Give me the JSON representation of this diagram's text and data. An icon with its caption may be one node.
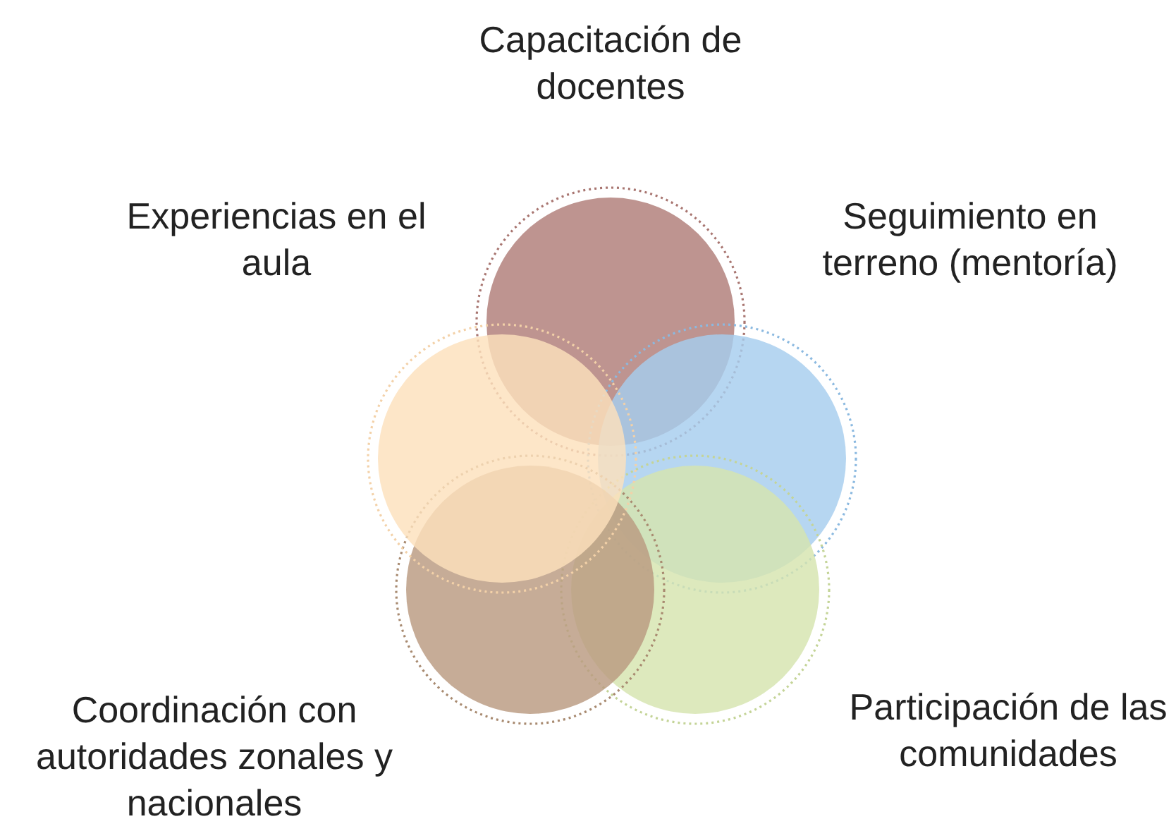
{
  "diagram": {
    "nodes": [
      {
        "text": [],
        "shape": "circle",
        "beside": [
          "Capacitación de docentes"
        ]
      },
      {
        "text": [],
        "shape": "circle",
        "beside": [
          "Experiencias en el aula"
        ]
      },
      {
        "text": [],
        "shape": "circle",
        "beside": [
          "Seguimiento en terreno (mentoría)"
        ]
      },
      {
        "text": [],
        "shape": "circle",
        "beside": [
          "Coordinación con autoridades zonales y nacionales"
        ]
      },
      {
        "text": [],
        "shape": "circle",
        "beside": [
          "Participación de las comunidades"
        ]
      }
    ]
  }
}
